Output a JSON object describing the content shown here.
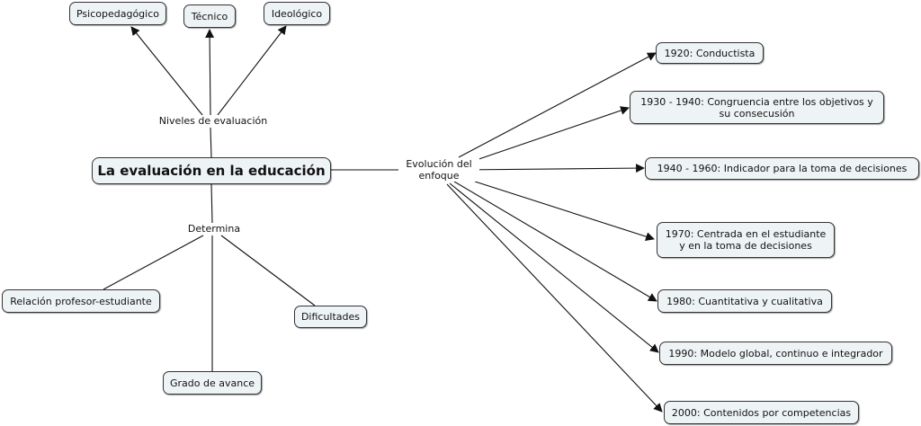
{
  "root": {
    "label": "La evaluación en la educación"
  },
  "linking_phrases": {
    "niveles": "Niveles de evaluación",
    "determina": "Determina",
    "evolucion_line1": "Evolución del",
    "evolucion_line2": "enfoque"
  },
  "niveles_children": [
    {
      "label": "Psicopedagógico"
    },
    {
      "label": "Técnico"
    },
    {
      "label": "Ideológico"
    }
  ],
  "determina_children": [
    {
      "label": "Relación profesor-estudiante"
    },
    {
      "label": "Grado de avance"
    },
    {
      "label": "Dificultades"
    }
  ],
  "evolucion_children": [
    {
      "line1": "1920: Conductista",
      "line2": ""
    },
    {
      "line1": "1930 - 1940: Congruencia entre los objetivos y",
      "line2": "su consecusión"
    },
    {
      "line1": "1940 - 1960: Indicador para la toma de decisiones",
      "line2": ""
    },
    {
      "line1": "1970: Centrada en el estudiante",
      "line2": "y en la toma de decisiones"
    },
    {
      "line1": "1980: Cuantitativa y cualitativa",
      "line2": ""
    },
    {
      "line1": "1990: Modelo global, continuo e integrador",
      "line2": ""
    },
    {
      "line1": "2000: Contenidos por competencias",
      "line2": ""
    }
  ],
  "colors": {
    "node_fill": "#eef4f6",
    "stroke": "#111111"
  }
}
